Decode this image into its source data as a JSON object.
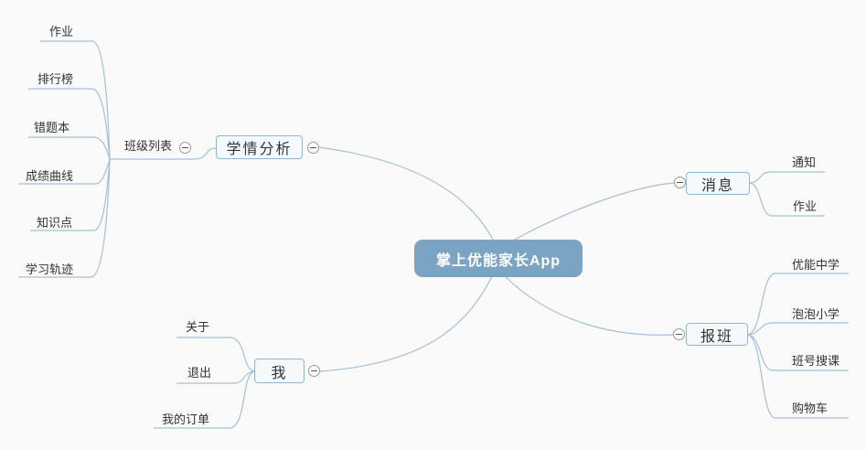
{
  "colors": {
    "background": "#fafafa",
    "root_fill": "#7aa3c4",
    "root_text": "#ffffff",
    "box_fill": "#f5f9fc",
    "box_border": "#92b4d0",
    "line": "#a3c0da",
    "text": "#333333",
    "expander_border": "#999999",
    "expander_minus": "#555555"
  },
  "map": {
    "root": {
      "label": "掌上优能家长App"
    },
    "branches": [
      {
        "label": "学情分析",
        "children": [
          {
            "label": "班级列表",
            "children": [
              {
                "label": "作业"
              },
              {
                "label": "排行榜"
              },
              {
                "label": "错题本"
              },
              {
                "label": "成绩曲线"
              },
              {
                "label": "知识点"
              },
              {
                "label": "学习轨迹"
              }
            ]
          }
        ]
      },
      {
        "label": "消息",
        "children": [
          {
            "label": "通知"
          },
          {
            "label": "作业"
          }
        ]
      },
      {
        "label": "报班",
        "children": [
          {
            "label": "优能中学"
          },
          {
            "label": "泡泡小学"
          },
          {
            "label": "班号搜课"
          },
          {
            "label": "购物车"
          }
        ]
      },
      {
        "label": "我",
        "children": [
          {
            "label": "关于"
          },
          {
            "label": "退出"
          },
          {
            "label": "我的订单"
          }
        ]
      }
    ]
  }
}
